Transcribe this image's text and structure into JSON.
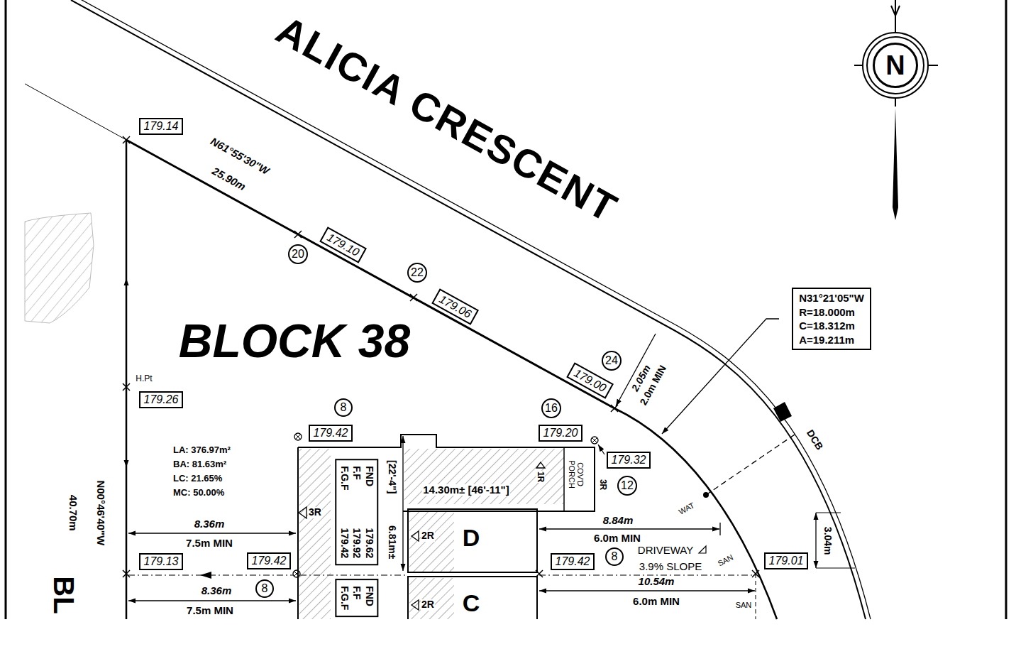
{
  "diagram": {
    "nodes": [
      {
        "text": [
          "N"
        ]
      },
      {
        "text": [
          "179.14"
        ]
      },
      {
        "text": [
          "179.10"
        ]
      },
      {
        "text": [
          "20"
        ]
      },
      {
        "text": [
          "22"
        ]
      },
      {
        "text": [
          "179.06"
        ]
      },
      {
        "text": [
          "24"
        ]
      },
      {
        "text": [
          "179.00"
        ]
      },
      {
        "text": [
          "N31°21'05\"W",
          "R=18.000m",
          "C=18.312m",
          "A=19.211m"
        ]
      },
      {
        "text": [
          "179.26"
        ]
      },
      {
        "text": [
          "8"
        ]
      },
      {
        "text": [
          "179.42"
        ]
      },
      {
        "text": [
          "16"
        ]
      },
      {
        "text": [
          "179.20"
        ]
      },
      {
        "text": [
          "179.32"
        ]
      },
      {
        "text": [
          "12"
        ]
      },
      {
        "text": [
          "FND",
          "179.62",
          "F.F",
          "179.92",
          "F.G.F",
          "179.42"
        ]
      },
      {
        "text": [
          "179.13"
        ]
      },
      {
        "text": [
          "179.42"
        ]
      },
      {
        "text": [
          "179.42"
        ]
      },
      {
        "text": [
          "8"
        ]
      },
      {
        "text": [
          "179.01"
        ]
      },
      {
        "text": [
          "8"
        ]
      },
      {
        "text": [
          "FND",
          "F.F",
          "F.G.F"
        ]
      }
    ],
    "labels": [
      "ALICIA CRESCENT",
      "N61°55'30\"W",
      "25.90m",
      "BLOCK 38",
      "H.Pt",
      "LA: 376.97m²",
      "BA: 81.63m²",
      "LC: 21.65%",
      "MC: 50.00%",
      "N00°46'40\"W",
      "40.70m",
      "BL",
      "14.30m± [46'-11\"]",
      "[22'-4\"]",
      "6.81m±",
      "COV'D PORCH",
      "1R",
      "3R",
      "3R",
      "2R",
      "D",
      "8.36m",
      "7.5m MIN",
      "8.84m",
      "6.0m MIN",
      "DRIVEWAY",
      "3.9% SLOPE",
      "WAT",
      "SAN",
      "3.04m",
      "10.54m",
      "6.0m MIN",
      "SAN",
      "8.36m",
      "7.5m MIN",
      "2R",
      "C",
      "2.05m",
      "2.0m MIN",
      "DCB"
    ]
  }
}
